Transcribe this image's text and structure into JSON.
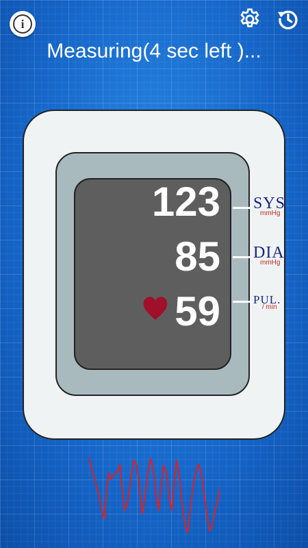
{
  "header": {
    "info_icon_glyph": "i",
    "status": "Measuring(4 sec left )..."
  },
  "monitor": {
    "sys": {
      "value": "123",
      "label": "SYS",
      "unit": "mmHg"
    },
    "dia": {
      "value": "85",
      "label": "DIA",
      "unit": "mmHg"
    },
    "pul": {
      "value": "59",
      "label": "PUL.",
      "unit": "/ min"
    }
  },
  "colors": {
    "background": "#1565c8",
    "heart": "#a0102a",
    "waveform": "#e02020",
    "label_text": "#1a237e",
    "unit_text": "#c62828"
  },
  "icons": [
    "info-icon",
    "settings-gear-icon",
    "history-icon",
    "heart-icon"
  ]
}
